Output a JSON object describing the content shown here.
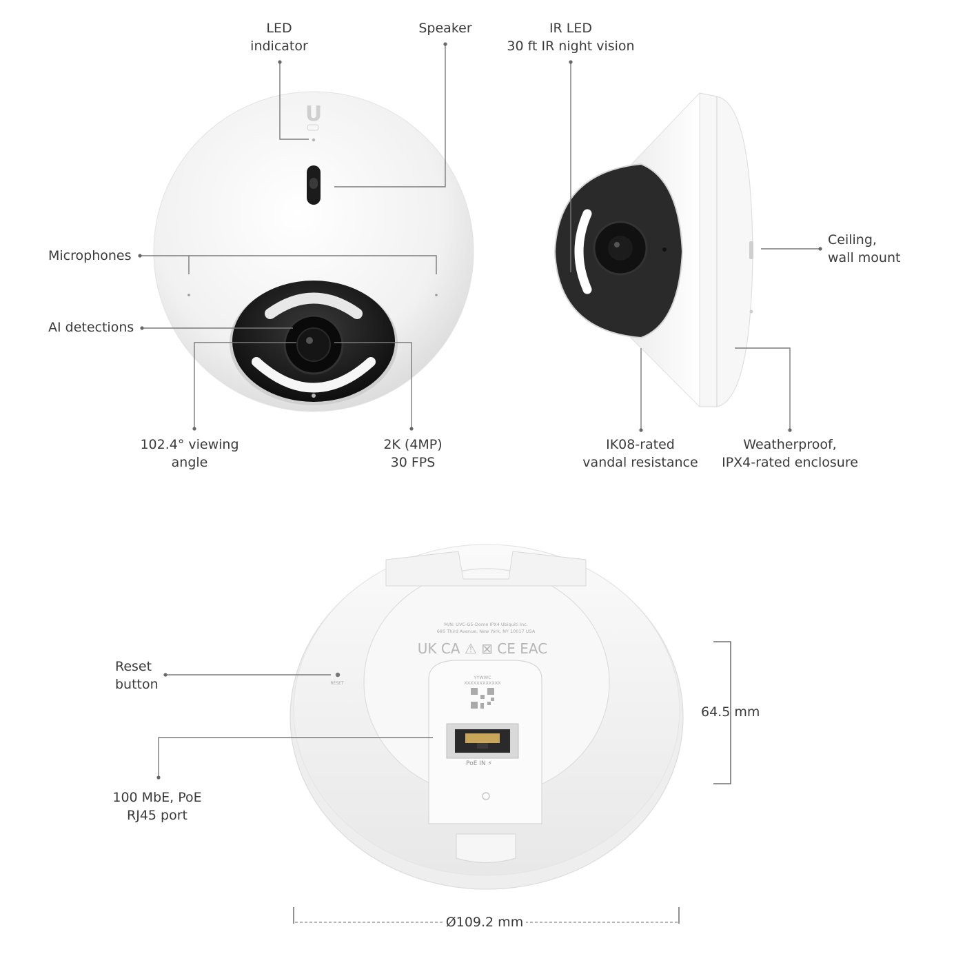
{
  "labels": {
    "led_indicator": [
      "LED",
      "indicator"
    ],
    "speaker": [
      "Speaker"
    ],
    "ir_led": [
      "IR LED",
      "30 ft IR night vision"
    ],
    "microphones": [
      "Microphones"
    ],
    "ai_detections": [
      "AI detections"
    ],
    "viewing_angle": [
      "102.4° viewing",
      "angle"
    ],
    "resolution": [
      "2K (4MP)",
      "30 FPS"
    ],
    "ceiling_mount": [
      "Ceiling,",
      "wall mount"
    ],
    "vandal": [
      "IK08-rated",
      "vandal resistance"
    ],
    "weatherproof": [
      "Weatherproof,",
      "IPX4-rated enclosure"
    ],
    "reset": [
      "Reset",
      "button"
    ],
    "rj45": [
      "100 MbE, PoE",
      "RJ45 port"
    ]
  },
  "dimensions": {
    "height": "64.5 mm",
    "diameter": "Ø109.2 mm"
  },
  "product_markings": {
    "reset": "RESET",
    "poe": "PoE IN ⚡",
    "model_line1": "M/N: UVC-G5-Dome   IPX4   Ubiquiti Inc.",
    "model_line2": "685 Third Avenue, New York, NY 10017 USA",
    "certs": "UK CA  ⚠  ⊠  CE  EAC",
    "serial1": "YYWWC",
    "serial2": "XXXXXXXXXXXX",
    "logo": "U"
  },
  "colors": {
    "housing": "#f4f4f4",
    "lens": "#1c1c1c",
    "leader": "#7a7a7a"
  }
}
